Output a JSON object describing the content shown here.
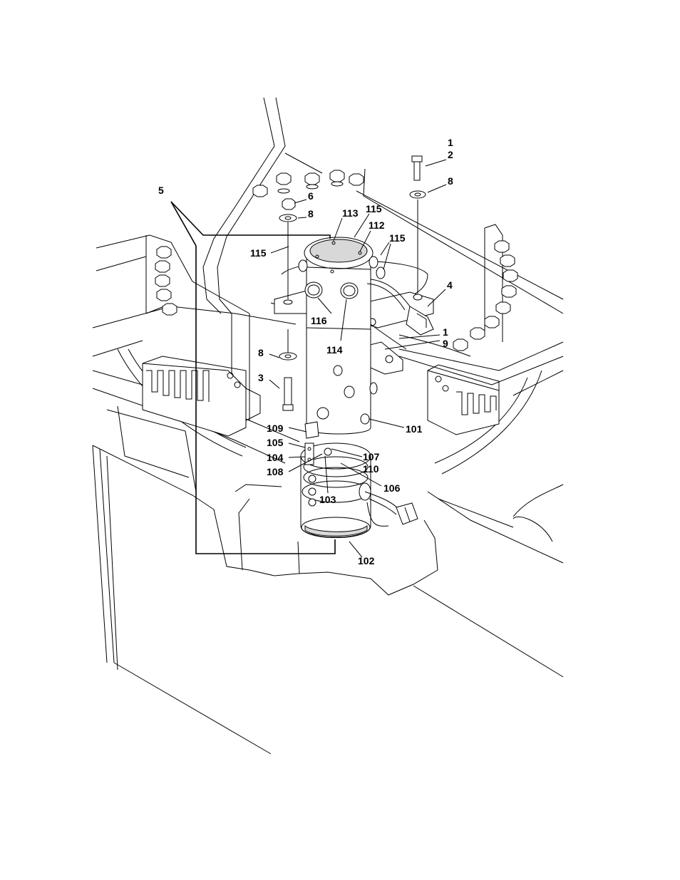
{
  "callouts": {
    "c1": "1",
    "c2": "2",
    "c8a": "8",
    "c5": "5",
    "c6": "6",
    "c8b": "8",
    "c113": "113",
    "c115a": "115",
    "c112": "112",
    "c115b": "115",
    "c115c": "115",
    "c4": "4",
    "c116": "116",
    "c1b": "1",
    "c9": "9",
    "c114": "114",
    "c8c": "8",
    "c3": "3",
    "c109": "109",
    "c105": "105",
    "c104": "104",
    "c108": "108",
    "c101": "101",
    "c107": "107",
    "c110": "110",
    "c106": "106",
    "c103": "103",
    "c102": "102"
  }
}
